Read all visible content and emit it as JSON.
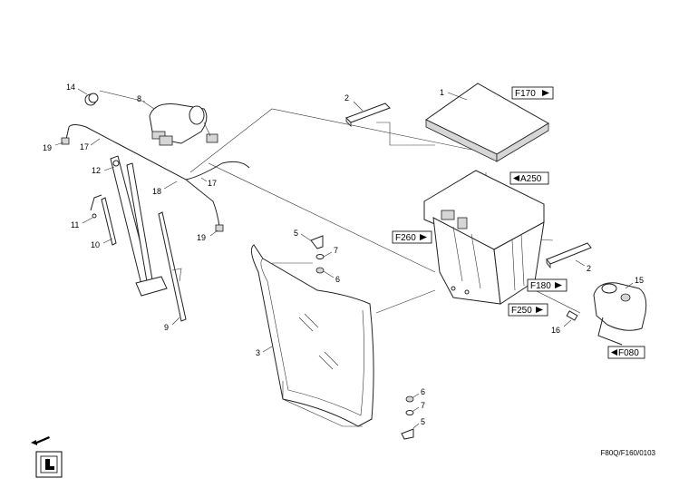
{
  "part_numbers": {
    "p1": "1",
    "p2a": "2",
    "p2b": "2",
    "p3": "3",
    "p5a": "5",
    "p5b": "5",
    "p6a": "6",
    "p6b": "6",
    "p7a": "7",
    "p7b": "7",
    "p8": "8",
    "p9": "9",
    "p10": "10",
    "p11": "11",
    "p12": "12",
    "p14": "14",
    "p15": "15",
    "p16": "16",
    "p17a": "17",
    "p17b": "17",
    "p18": "18",
    "p19a": "19",
    "p19b": "19"
  },
  "refs": {
    "f170": "F170",
    "a250": "A250",
    "f260": "F260",
    "f180": "F180",
    "f250": "F250",
    "f080": "F080"
  },
  "footer_code": "F80Q/F160/0103",
  "icons": [
    "exit-arrow-icon",
    "seat-cab-icon"
  ]
}
